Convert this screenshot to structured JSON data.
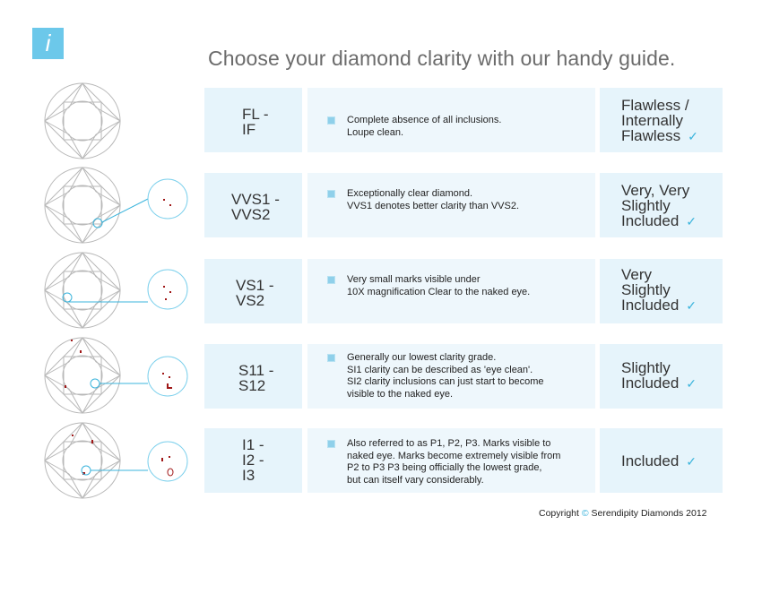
{
  "info_badge": "i",
  "headline": "Choose your diamond clarity with our handy guide.",
  "rows": [
    {
      "grade": "FL -\nIF",
      "description": "Complete absence of all inclusions.\nLoupe clean.",
      "label": "Flawless /\nInternally\nFlawless",
      "check": "✓"
    },
    {
      "grade": "VVS1 -\nVVS2",
      "description": "Exceptionally clear diamond.\nVVS1 denotes better clarity than VVS2.",
      "label": "Very, Very\nSlightly\nIncluded",
      "check": "✓"
    },
    {
      "grade": "VS1 -\nVS2",
      "description": "Very small marks visible under\n10X magnification Clear to the naked eye.",
      "label": "Very\nSlightly\nIncluded",
      "check": "✓"
    },
    {
      "grade": "S11 -\nS12",
      "description": "Generally our lowest clarity grade.\nSI1 clarity can be described as 'eye clean'.\nSI2 clarity inclusions can just start to become\n visible to the naked eye.",
      "label": "Slightly\nIncluded",
      "check": "✓"
    },
    {
      "grade": "I1 -\nI2 -\nI3",
      "description": "Also referred to as P1, P2, P3. Marks visible to\nnaked eye. Marks become extremely visible from\nP2 to P3 P3 being officially the lowest grade,\nbut can itself vary considerably.",
      "label": "Included",
      "check": "✓"
    }
  ],
  "copyright": {
    "prefix": "Copyright ",
    "symbol": "©",
    "suffix": " Serendipity Diamonds 2012"
  },
  "colors": {
    "accent": "#6cc8ea",
    "cell_bg": "#e6f4fb",
    "inclusion": "#a01818"
  }
}
